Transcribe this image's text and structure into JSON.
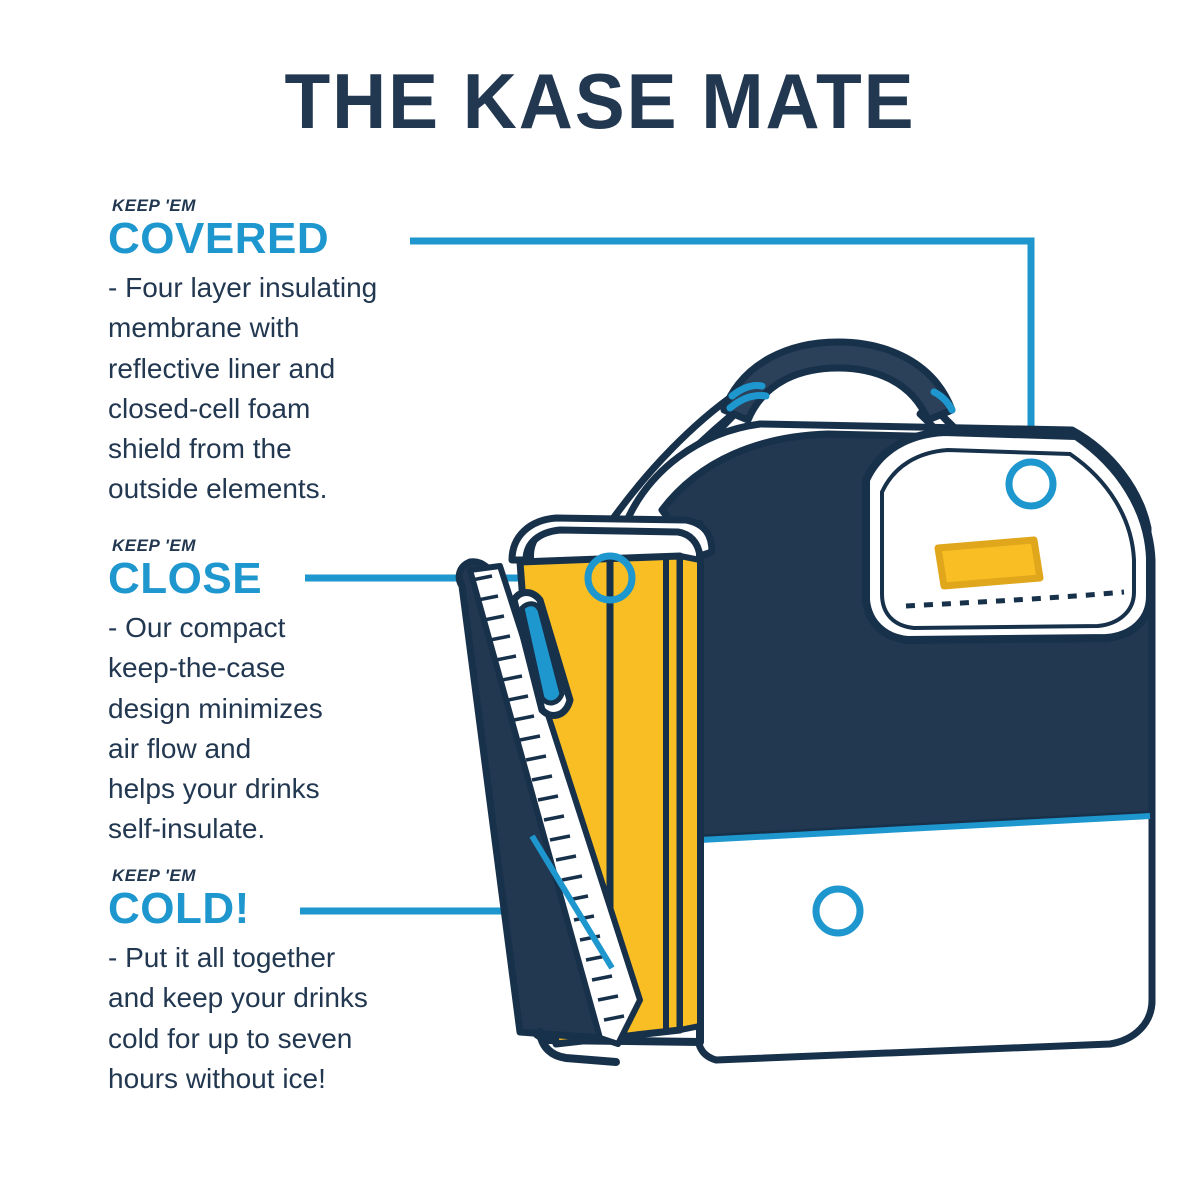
{
  "page": {
    "title": "THE KASE MATE",
    "background_color": "#FFFFFF"
  },
  "colors": {
    "navy": "#223750",
    "blue": "#1E96CE",
    "yellow": "#F9BE23",
    "yellow_dark": "#E0A61C",
    "white": "#FFFFFF"
  },
  "callouts": [
    {
      "kicker": "KEEP 'EM",
      "headline": "COVERED",
      "body": "- Four layer insulating\nmembrane with\nreflective liner and\nclosed-cell foam\nshield from the\noutside elements.",
      "marker_label": "lid-and-handle-marker"
    },
    {
      "kicker": "KEEP 'EM",
      "headline": "CLOSE",
      "body": "- Our compact\nkeep-the-case\ndesign minimizes\nair flow and\nhelps your drinks\nself-insulate.",
      "marker_label": "insulated-liner-marker"
    },
    {
      "kicker": "KEEP 'EM",
      "headline": "COLD!",
      "body": "- Put it all together\nand keep your drinks\ncold for up to seven\nhours without ice!",
      "marker_label": "base-panel-marker"
    }
  ],
  "illustration": {
    "name": "kase-mate-cooler-bag",
    "parts": [
      "carry-handle",
      "handle-blue-accent-bands",
      "handle-straps",
      "front-flap",
      "flap-logo-patch",
      "flap-stitching",
      "main-body-navy-panel",
      "lower-white-panel",
      "blue-trim-line",
      "yellow-insulated-liner",
      "zipper-track",
      "zipper-pull"
    ]
  }
}
